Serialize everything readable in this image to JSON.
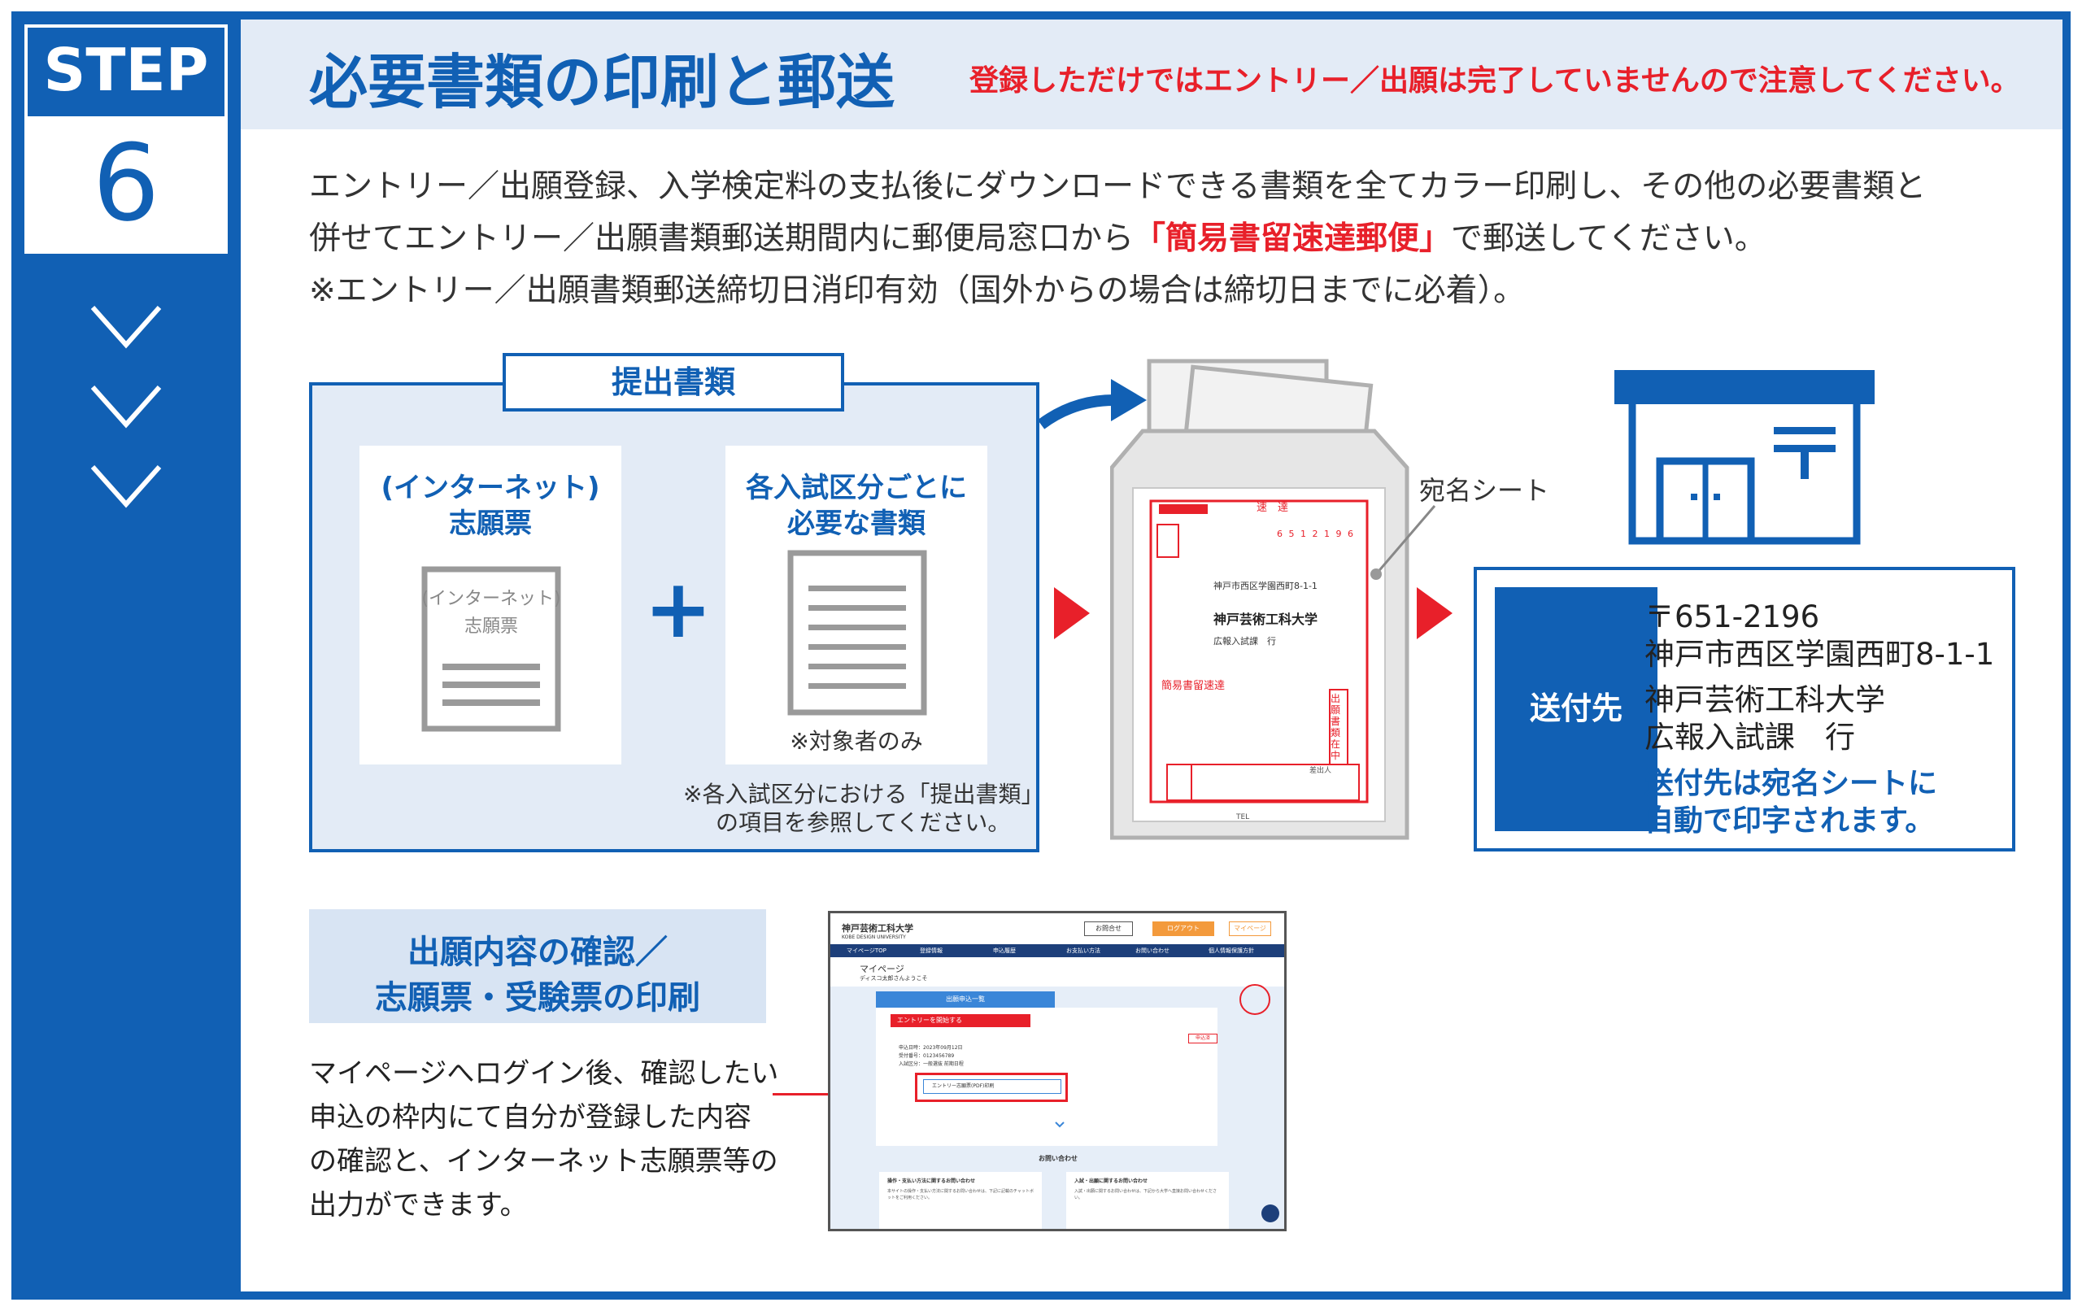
{
  "step": {
    "label": "STEP",
    "number": "6"
  },
  "header": {
    "title": "必要書類の印刷と郵送",
    "warning": "登録しただけではエントリー／出願は完了していませんので注意してください。"
  },
  "intro": {
    "line1": "エントリー／出願登録、入学検定料の支払後にダウンロードできる書類を全てカラー印刷し、その他の必要書類と",
    "line2_before": "併せてエントリー／出願書類郵送期間内に郵便局窓口から",
    "line2_highlight": "「簡易書留速達郵便」",
    "line2_after": "で郵送してください。",
    "line3": "※エントリー／出願書類郵送締切日消印有効（国外からの場合は締切日までに必着）。"
  },
  "documents": {
    "heading": "提出書類",
    "card1_title_line1": "インターネット",
    "card1_title_line2": "志願票",
    "card1_icon_line1": "インターネット",
    "card1_icon_line2": "志願票",
    "plus": "+",
    "card2_title_line1": "各入試区分ごとに",
    "card2_title_line2": "必要な書類",
    "card2_note": "※対象者のみ",
    "note_line1": "※各入試区分における「提出書類」",
    "note_line2": "の項目を参照してください。"
  },
  "envelope": {
    "address_sheet_label": "宛名シート",
    "express": "速　達",
    "postal_code": "6 5 1 2 1 9 6",
    "address": "神戸市西区学園西町8-1-1",
    "university": "神戸芸術工科大学",
    "department": "広報入試課　行",
    "registered_mail": "簡易書留速達",
    "enclosed": "出願書類在中",
    "sender_label": "差出人",
    "tel": "TEL"
  },
  "destination": {
    "label": "送付先",
    "postal": "〒651-2196",
    "address": "神戸市西区学園西町8-1-1",
    "university": "神戸芸術工科大学",
    "department": "広報入試課　行",
    "note_line1": "送付先は宛名シートに",
    "note_line2": "自動で印字されます。"
  },
  "confirm": {
    "title_line1": "出願内容の確認／",
    "title_line2": "志願票・受験票の印刷",
    "desc_line1": "マイページへログイン後、確認したい",
    "desc_line2": "申込の枠内にて自分が登録した内容",
    "desc_line3": "の確認と、インターネット志願票等の",
    "desc_line4": "出力ができます。"
  },
  "mypage_screenshot": {
    "site_name": "神戸芸術工科大学",
    "site_sub": "KOBE DESIGN UNIVERSITY",
    "header_btn1": "お問合せ",
    "header_btn2": "ログアウト",
    "header_btn3": "マイページ",
    "nav": [
      "マイページTOP",
      "登録情報",
      "申込履歴",
      "お支払い方法",
      "お問い合わせ",
      "個人情報保護方針"
    ],
    "page_heading": "マイページ",
    "welcome": "ディスコ太郎さんようこそ",
    "panel_title": "出願申込一覧",
    "entry_button": "エントリーを開始する",
    "applied_badge": "申込済",
    "info_line1": "申込日時：2023年09月12日",
    "info_line2": "受付番号：0123456789",
    "info_line3": "入試区分：一般選抜 前期日程",
    "download_button": "エントリー志願票(PDF)印刷",
    "contact_heading": "お問い合わせ",
    "contact1_title": "操作・支払い方法に関するお問い合わせ",
    "contact1_desc": "本サイトの操作・支払い方法に関するお問い合わせは、下記に記載のチャットボットをご利用ください。",
    "contact2_title": "入試・出願に関するお問い合わせ",
    "contact2_desc": "入試・出願に関するお問い合わせは、下記から大学へ直接お問い合わせください。"
  },
  "colors": {
    "brand_blue": "#1160b4",
    "accent_red": "#e8202a",
    "light_blue": "#e3ebf6"
  }
}
